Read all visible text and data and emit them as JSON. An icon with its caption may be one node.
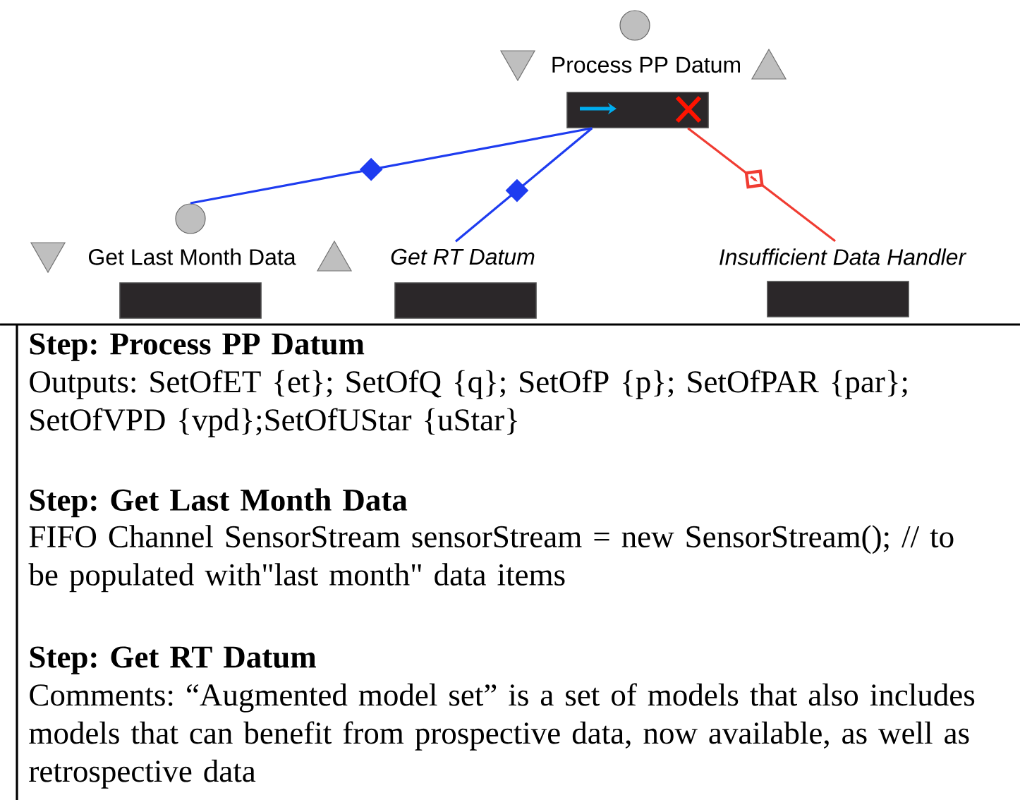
{
  "diagram": {
    "nodes": [
      {
        "text": [
          "Process PP Datum"
        ]
      },
      {
        "text": [
          "Get Last Month Data"
        ]
      },
      {
        "text": [
          "Get RT Datum"
        ]
      },
      {
        "text": [
          "Insufficient Data Handler"
        ]
      },
      {
        "text": [
          "Step: Process PP Datum",
          "Outputs: SetOfET {et}; SetOfQ {q}; SetOfP {p}; SetOfPAR {par}; SetOfVPD {vpd};SetOfUStar {uStar}",
          "Step: Get Last Month Data",
          "FIFO Channel SensorStream sensorStream = new SensorStream(); // to be populated with\"last month\" data items",
          "Step: Get RT Datum",
          "Comments: “Augmented model set” is a set of models that also includes models that can benefit from prospective data, now available, as well as retrospective data"
        ]
      }
    ],
    "edges": [
      {
        "from": 0,
        "to": 1,
        "arrow": "none"
      },
      {
        "from": 0,
        "to": 2,
        "arrow": "none"
      },
      {
        "from": 0,
        "to": 3,
        "arrow": "none",
        "color": "#f03c32"
      }
    ]
  }
}
